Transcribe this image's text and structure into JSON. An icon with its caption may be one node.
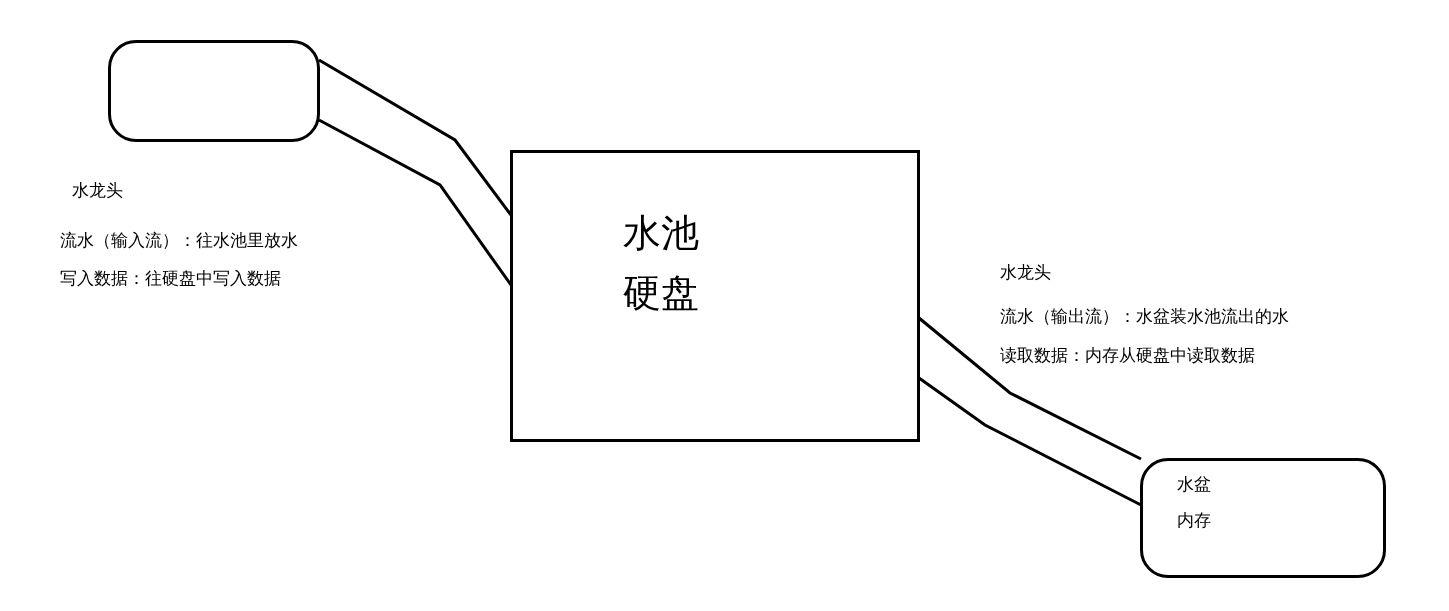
{
  "diagram": {
    "nodes": [
      {
        "text": [],
        "shape": "box"
      },
      {
        "text": [
          "水池",
          "硬盘"
        ]
      },
      {
        "text": [
          "水盆",
          "内存"
        ]
      }
    ],
    "edges": [
      {
        "from": 0,
        "to": 1,
        "arrow": "none"
      },
      {
        "from": 1,
        "to": 2,
        "arrow": "none"
      }
    ],
    "labels": [
      "水龙头",
      "流水（输入流）：往水池里放水",
      "写入数据：往硬盘中写入数据",
      "水龙头",
      "流水（输出流）：水盆装水池流出的水",
      "读取数据：内存从硬盘中读取数据"
    ]
  }
}
